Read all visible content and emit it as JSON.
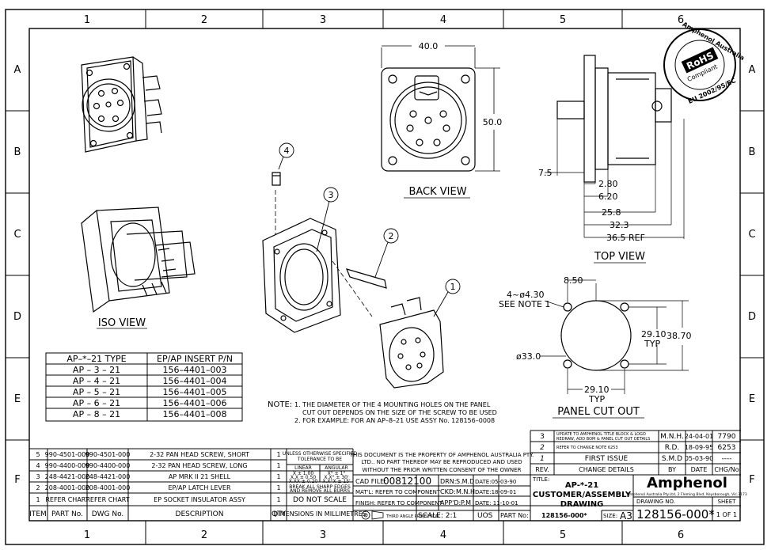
{
  "zones": {
    "columns": [
      "1",
      "2",
      "3",
      "4",
      "5",
      "6"
    ],
    "rows": [
      "A",
      "B",
      "C",
      "D",
      "E",
      "F"
    ]
  },
  "views": {
    "back": "BACK VIEW",
    "top": "TOP VIEW",
    "iso": "ISO VIEW",
    "panel": "PANEL CUT OUT"
  },
  "back_dims": {
    "width": "40.0",
    "height": "50.0"
  },
  "top_dims": [
    "7.5",
    "2.80",
    "6.20",
    "25.8",
    "32.3",
    "36.5 REF"
  ],
  "panel_dims": {
    "top": "8.50",
    "holes1": "4~ø4.30",
    "holes2": "SEE NOTE 1",
    "pitch": "29.10",
    "typ": "TYP",
    "overall": "38.70",
    "dia": "ø33.0",
    "pitch_b": "29.10",
    "typ_b": "TYP"
  },
  "balloons": [
    "1",
    "2",
    "3",
    "4"
  ],
  "rohs": {
    "top": "Amphenol Australia",
    "mid": "RoHS",
    "mid2": "Compliant",
    "bottom": "EU 2002/95/EC"
  },
  "type_table": {
    "headers": [
      "AP–*–21 TYPE",
      "EP/AP INSERT P/N"
    ],
    "rows": [
      [
        "AP – 3 – 21",
        "156–4401–003"
      ],
      [
        "AP – 4 – 21",
        "156–4401–004"
      ],
      [
        "AP – 5 – 21",
        "156–4401–005"
      ],
      [
        "AP – 6 – 21",
        "156–4401–006"
      ],
      [
        "AP – 8 – 21",
        "156–4401–008"
      ]
    ]
  },
  "note": {
    "label": "NOTE:",
    "lines": [
      "1. THE DIAMETER OF THE 4 MOUNTING HOLES ON THE PANEL",
      "CUT OUT DEPENDS ON THE SIZE OF THE SCREW TO BE USED",
      "2. FOR EXAMPLE: FOR AN AP–8–21 USE ASSY No. 128156–0008"
    ]
  },
  "bom": {
    "headers": [
      "ITEM",
      "PART No.",
      "DWG No.",
      "DESCRIPTION",
      "QTY"
    ],
    "rows": [
      [
        "5",
        "990-4501-000",
        "990-4501-000",
        "2-32 PAN HEAD SCREW, SHORT",
        "1"
      ],
      [
        "4",
        "990-4400-000",
        "990-4400-000",
        "2-32 PAN HEAD SCREW, LONG",
        "1"
      ],
      [
        "3",
        "248-4421-000",
        "248-4421-000",
        "AP MRK II 21 SHELL",
        "1"
      ],
      [
        "2",
        "208-4001-000",
        "208-4001-000",
        "EP/AP LATCH LEVER",
        "1"
      ],
      [
        "1",
        "REFER CHART",
        "REFER CHART",
        "EP SOCKET INSULATOR ASSY",
        "1"
      ]
    ]
  },
  "tolerance": {
    "l1": "UNLESS OTHERWISE SPECIFIED",
    "l2": "TOLERANCE TO BE",
    "linear": "LINEAR",
    "angular": "ANGULAR",
    "lin": [
      "X ± 1.00",
      "X.X ± 0.50",
      "X.XX ± 0.20"
    ],
    "ang": [
      "X° ± 1°",
      "X.X° ± 30'",
      "X.X°X ± 15'"
    ],
    "break1": "BREAK ALL SHARP EDGES",
    "break2": "AND REMOVE ALL BURRS",
    "scale": "DO NOT SCALE",
    "dims": "DIMENSIONS IN MILLIMETRES"
  },
  "property": [
    "THIS DOCUMENT IS THE PROPERTY OF AMPHENOL AUSTRALIA PTY.",
    "LTD.. NO PART THEREOF MAY BE REPRODUCED AND USED",
    "WITHOUT THE PRIOR WRITTEN CONSENT OF THE OWNER"
  ],
  "cad": {
    "label": "CAD FILE:",
    "value": "00812100"
  },
  "drn": {
    "label": "DRN:",
    "value": "S.M.D",
    "date": "DATE:05-03-90"
  },
  "matl": {
    "label": "MAT'L: REFER TO COMPONENT",
    "ckd": "CKD:",
    "ckd_v": "M.N.H",
    "date": "DATE:18-09-01"
  },
  "finish": {
    "label": "FINISH: REFER TO COMPONENT",
    "appd": "APP'D:",
    "appd_v": "P.M",
    "date": "DATE: 11-10-01"
  },
  "projection": "THIRD ANGLE PROJECTION",
  "scale": "SCALE: 2:1",
  "uos": "UOS",
  "part_no": {
    "label": "PART No:",
    "value": "128156-000*"
  },
  "title": {
    "label": "TITLE:",
    "l1": "AP-*-21",
    "l2": "CUSTOMER/ASSEMBLY",
    "l3": "DRAWING"
  },
  "company": "Amphenol",
  "address": "Amphenol Australia Pty.Ltd, 2 Fleming Blvd, Keysborough, Vic.3173",
  "drawing": {
    "label": "DRAWING NO.",
    "value": "128156-000*",
    "size_label": "SIZE:",
    "size": "A3",
    "sheet_label": "SHEET",
    "sheet": "1 OF 1"
  },
  "revisions": [
    {
      "rev": "3",
      "desc1": "UPDATE TO AMPHENOL TITLE BLOCK & LOGO",
      "desc2": "REDRAW, ADD BOM & PANEL CUT OUT DETAILS",
      "by": "M.N.H.",
      "date": "24-04-01",
      "chg": "7790"
    },
    {
      "rev": "2",
      "desc1": "REFER TO CHANGE NOTE 6253",
      "desc2": "",
      "by": "R.D.",
      "date": "18-09-95",
      "chg": "6253"
    },
    {
      "rev": "1",
      "desc1": "FIRST ISSUE",
      "desc2": "",
      "by": "S.M.D",
      "date": "05-03-90",
      "chg": "----"
    }
  ],
  "rev_headers": {
    "rev": "REV.",
    "desc": "CHANGE DETAILS",
    "by": "BY",
    "date": "DATE",
    "chg": "CHG/No"
  }
}
